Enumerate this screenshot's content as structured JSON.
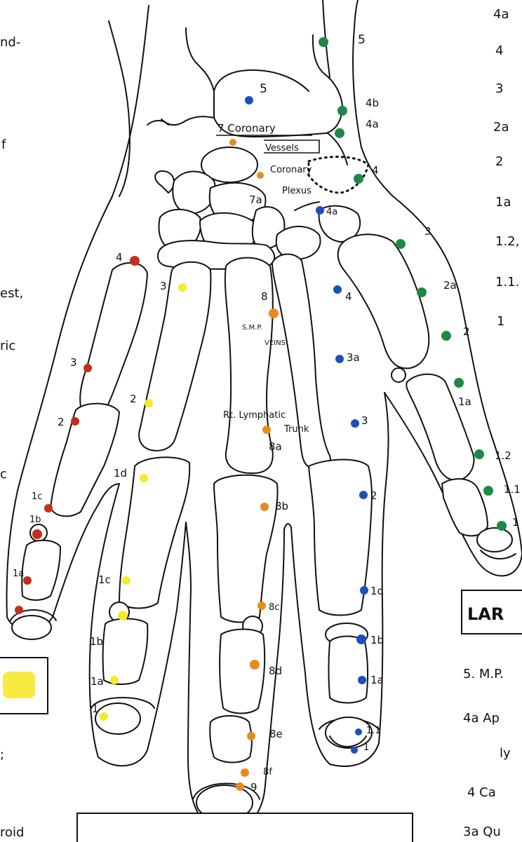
{
  "colors": {
    "red": "#c62d1b",
    "yellow": "#f5ea2c",
    "orange": "#e98a1f",
    "blue": "#1c4fbd",
    "green": "#1c8a45",
    "outline": "#111111",
    "swatch": "#f9ea43"
  },
  "annotations": {
    "coronary_vessels": "7 Coronary Vessels",
    "coronary": "7 Coronary",
    "vessels": "Vessels",
    "coronary_plexus_1": "Coronary",
    "coronary_plexus_2": "Plexus",
    "smp_veins_1": "S.M.P.",
    "smp_veins_2": "VEINS",
    "rt_lymphatic_1": "Rt. Lymphatic",
    "rt_lymphatic_2": "Trunk"
  },
  "labels": {
    "wrist_5": "5",
    "blue_5": "5",
    "g_4b": "4b",
    "g_4a": "4a",
    "g_4": "4",
    "b_4a": "4a",
    "a_7a": "7a",
    "g_3": "3",
    "g_2a": "2a",
    "g_2": "2",
    "g_1a": "1a",
    "g_12": "1.2",
    "g_11": "1.1",
    "g_1": "1",
    "o_8": "8",
    "o_8a": "8a",
    "o_8b": "8b",
    "o_8c": "8c",
    "o_8d": "8d",
    "o_8e": "8e",
    "o_8f": "8f",
    "o_9": "9",
    "b_4": "4",
    "b_3a": "3a",
    "b_3": "3",
    "b_2": "2",
    "b_1c": "1c",
    "b_1b": "1b",
    "b_1a": "1a",
    "b_11": "1.1",
    "b_1": "1",
    "y_3": "3",
    "y_2": "2",
    "y_1d": "1d",
    "y_1c": "1c",
    "y_1b": "1b",
    "y_1a": "1a",
    "y_1": "1",
    "r_4": "4",
    "r_3": "3",
    "r_2": "2",
    "r_1c": "1c",
    "r_1b": "1b",
    "r_1a": "1a"
  },
  "left_edge_text": {
    "t1": "nd-",
    "t2": "f",
    "t3": "est,",
    "t4": "ric",
    "t5": "c",
    "t6": ";",
    "t7": "roid"
  },
  "right_column": {
    "r1": "4a",
    "r2": "4",
    "r3": "3",
    "r4": "2a",
    "r5": "2",
    "r6": "1a",
    "r7": "1.2,",
    "r8": "1.1.",
    "r9": "1"
  },
  "legend_right": {
    "title": "LAR",
    "l1": "5. M.P.",
    "l2": "4a Ap",
    "l3": "ly",
    "l4": "4  Ca",
    "l5": "3a Qu"
  }
}
